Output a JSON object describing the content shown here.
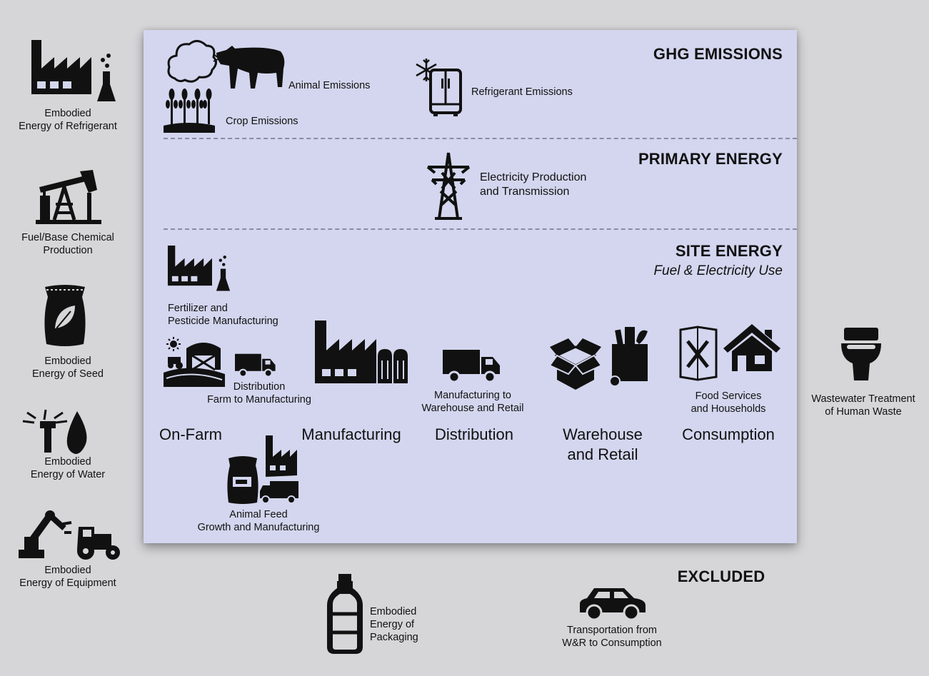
{
  "sections": {
    "ghg": "GHG EMISSIONS",
    "primary": "PRIMARY ENERGY",
    "site": "SITE ENERGY",
    "site_sub": "Fuel & Electricity Use",
    "excluded": "EXCLUDED"
  },
  "ghg": {
    "animal": "Animal Emissions",
    "crop": "Crop Emissions",
    "refrigerant": "Refrigerant Emissions"
  },
  "primary": {
    "elec_1": "Electricity Production",
    "elec_2": "and Transmission"
  },
  "site": {
    "fert_1": "Fertilizer and",
    "fert_2": "Pesticide Manufacturing",
    "dist_1": "Distribution",
    "dist_2": "Farm to Manufacturing",
    "mfg_1": "Manufacturing to",
    "mfg_2": "Warehouse and Retail",
    "food_1": "Food Services",
    "food_2": "and Households",
    "feed_1": "Animal Feed",
    "feed_2": "Growth and Manufacturing"
  },
  "stages": {
    "onfarm": "On-Farm",
    "manufacturing": "Manufacturing",
    "distribution": "Distribution",
    "warehouse_1": "Warehouse",
    "warehouse_2": "and Retail",
    "consumption": "Consumption"
  },
  "excluded_items": {
    "refrig_1": "Embodied",
    "refrig_2": "Energy of Refrigerant",
    "fuel_1": "Fuel/Base Chemical",
    "fuel_2": "Production",
    "seed_1": "Embodied",
    "seed_2": "Energy of Seed",
    "water_1": "Embodied",
    "water_2": "Energy of Water",
    "equip_1": "Embodied",
    "equip_2": "Energy of Equipment",
    "waste_1": "Wastewater Treatment",
    "waste_2": "of Human Waste",
    "pack_1": "Embodied",
    "pack_2": "Energy of",
    "pack_3": "Packaging",
    "trans_1": "Transportation from",
    "trans_2": "W&R to Consumption"
  },
  "colors": {
    "panel": "#d3d6ee",
    "background": "#d6d6d8",
    "icon": "#111111",
    "dash": "#8a8ca0"
  }
}
